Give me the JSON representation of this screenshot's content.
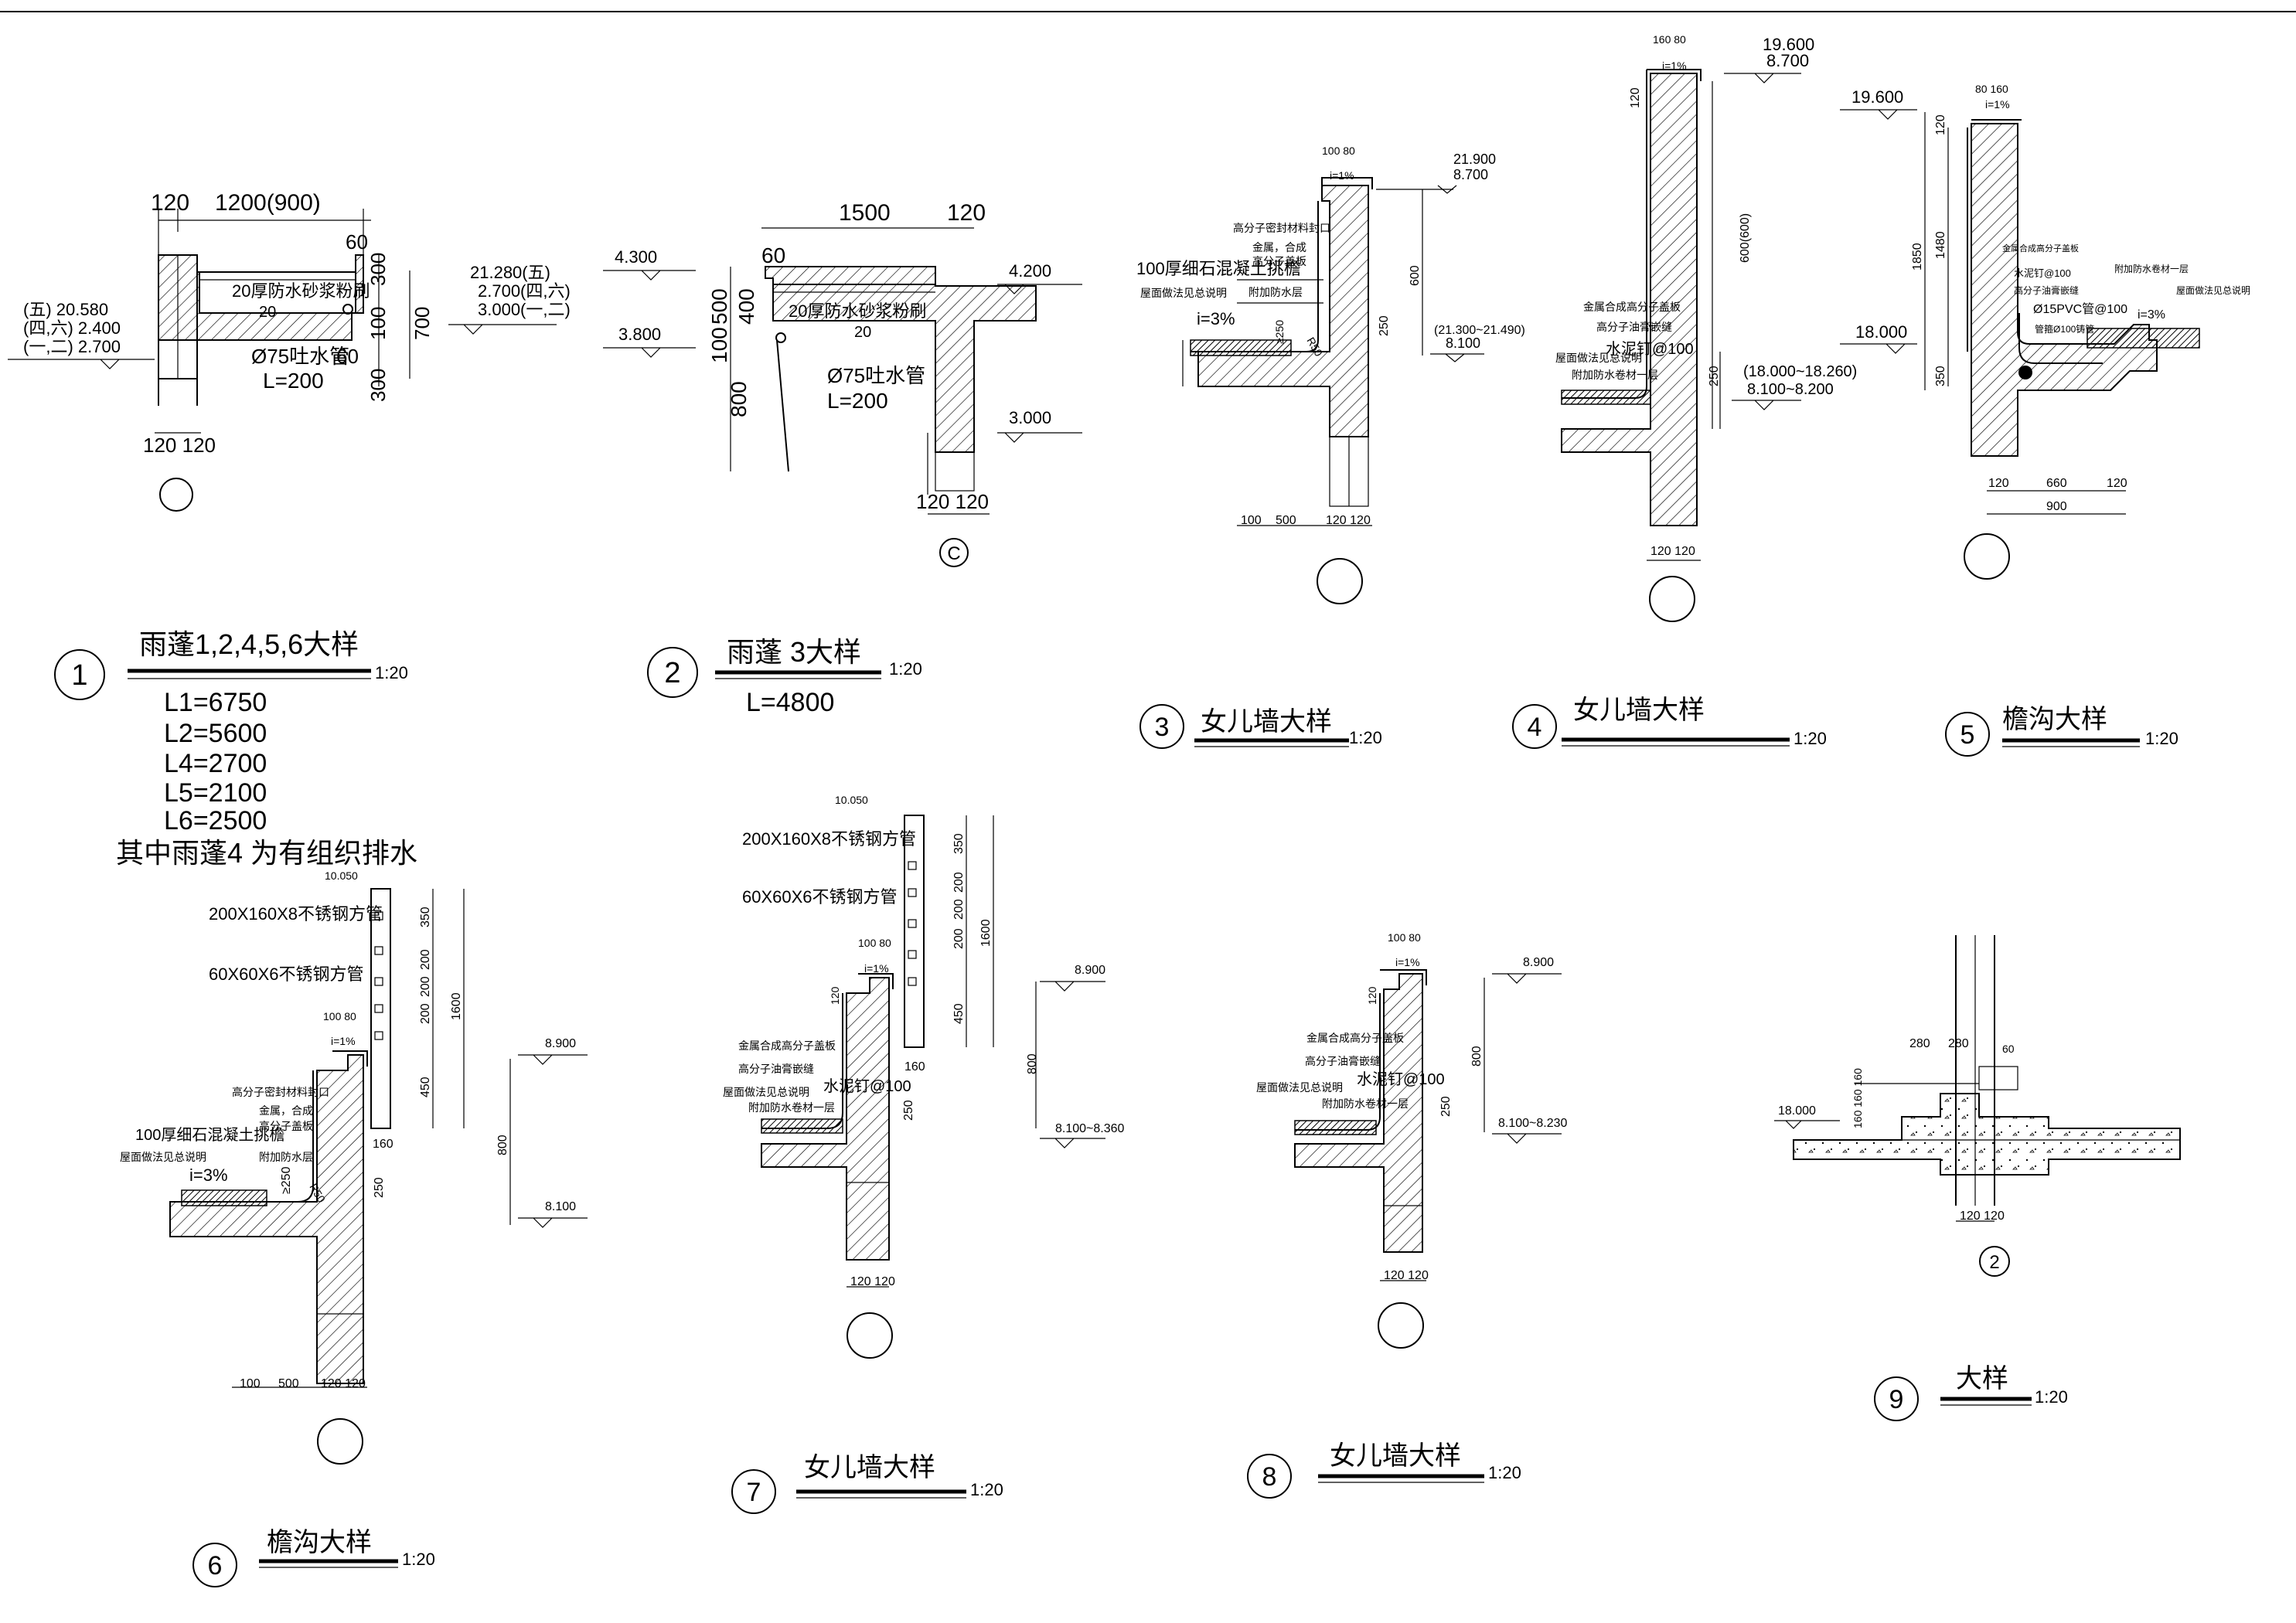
{
  "details": {
    "d1": {
      "number": "1",
      "title": "雨蓬1,2,4,5,6大样",
      "scale": "1:20",
      "lengths": [
        "L1=6750",
        "L2=5600",
        "L4=2700",
        "L5=2100",
        "L6=2500"
      ],
      "note": "其中雨蓬4 为有组织排水",
      "dims": {
        "d120": "120",
        "span": "1200(900)",
        "d60a": "60",
        "d60b": "60",
        "d300a": "300",
        "d100": "100",
        "d300b": "300",
        "d700": "700",
        "bot": "120 120"
      },
      "layer": "20厚防水砂浆粉刷",
      "layer2": "20",
      "pipe": "Ø75吐水管",
      "pipe_l": "L=200",
      "levels_left": [
        "(五) 20.580",
        "(四,六) 2.400",
        "(一,二) 2.700"
      ],
      "levels_right": [
        "21.280(五)",
        "2.700(四,六)",
        "3.000(一,二)"
      ]
    },
    "d2": {
      "number": "2",
      "title": "雨蓬 3大样",
      "scale": "1:20",
      "length": "L=4800",
      "axis": "C",
      "dims": {
        "d1500": "1500",
        "d120": "120",
        "d60": "60",
        "d500": "500",
        "d100": "100",
        "d400": "400",
        "d800": "800",
        "bot": "120 120"
      },
      "layer": "20厚防水砂浆粉刷",
      "layer2": "20",
      "pipe": "Ø75吐水管",
      "pipe_l": "L=200",
      "levels": [
        "4.300",
        "3.800",
        "4.200",
        "3.000"
      ]
    },
    "d3": {
      "number": "3",
      "title": "女儿墙大样",
      "scale": "1:20",
      "dims": {
        "top": "100 80",
        "slope": "i=1%",
        "h600": "600",
        "h250": "250",
        "b100": "100",
        "b500": "500",
        "b120": "120 120",
        "r250": "≥250",
        "r50": "R50",
        "i3": "i=3%"
      },
      "notes": [
        "高分子密封材料封口",
        "金属，合成",
        "高分子盖板",
        "100厚细石混凝土挑檐",
        "屋面做法见总说明",
        "附加防水层"
      ],
      "levels": [
        "21.900",
        "8.700",
        "(21.300~21.490)",
        "8.100"
      ]
    },
    "d4": {
      "number": "4",
      "title": "女儿墙大样",
      "scale": "1:20",
      "dims": {
        "top": "160 80",
        "slope": "i=1%",
        "h120": "120",
        "h600": "600(600)",
        "h250": "250",
        "bot": "120 120"
      },
      "notes": [
        "金属合成高分子盖板",
        "高分子油膏嵌缝",
        "水泥钉@100",
        "屋面做法见总说明",
        "附加防水卷材一层"
      ],
      "levels": [
        "19.600",
        "8.700",
        "(18.000~18.260)",
        "8.100~8.200"
      ]
    },
    "d5": {
      "number": "5",
      "title": "檐沟大样",
      "scale": "1:20",
      "dims": {
        "top": "80 160",
        "slope": "i=1%",
        "h120": "120",
        "h1480": "1480",
        "h1850": "1850",
        "h350": "350",
        "b120a": "120",
        "b660": "660",
        "b120b": "120",
        "b900": "900"
      },
      "notes": [
        "金属合成高分子盖板",
        "水泥钉@100",
        "高分子油膏嵌缝",
        "Ø15PVC管@100",
        "管箍Ø100铸管",
        "附加防水卷材一层",
        "屋面做法见总说明",
        "i=3%"
      ],
      "levels": [
        "19.600",
        "18.000"
      ]
    },
    "d6": {
      "number": "6",
      "title": "檐沟大样",
      "scale": "1:20",
      "dims": {
        "top": "100 80",
        "slope": "i=1%",
        "h350": "350",
        "h200a": "200",
        "h200b": "200",
        "h200c": "200",
        "h450": "450",
        "h1600": "1600",
        "h160": "160",
        "h800": "800",
        "h250": "250",
        "b100": "100",
        "b500": "500",
        "b120": "120 120",
        "r250": "≥250",
        "r50": "R50",
        "i3": "i=3%"
      },
      "steel1": "200X160X8不锈钢方管",
      "steel2": "60X60X6不锈钢方管",
      "notes": [
        "高分子密封材料封口",
        "金属，合成",
        "高分子盖板",
        "100厚细石混凝土挑檐",
        "屋面做法见总说明",
        "附加防水层"
      ],
      "levels": [
        "10.050",
        "8.900",
        "8.100"
      ]
    },
    "d7": {
      "number": "7",
      "title": "女儿墙大样",
      "scale": "1:20",
      "dims": {
        "top": "100 80",
        "slope": "i=1%",
        "h350": "350",
        "h200a": "200",
        "h200b": "200",
        "h200c": "200",
        "h450": "450",
        "h1600": "1600",
        "h120": "120",
        "h160": "160",
        "h800": "800",
        "h250": "250",
        "bot": "120 120"
      },
      "steel1": "200X160X8不锈钢方管",
      "steel2": "60X60X6不锈钢方管",
      "notes": [
        "金属合成高分子盖板",
        "高分子油膏嵌缝",
        "水泥钉@100",
        "屋面做法见总说明",
        "附加防水卷材一层"
      ],
      "levels": [
        "10.050",
        "8.900",
        "8.100~8.360"
      ]
    },
    "d8": {
      "number": "8",
      "title": "女儿墙大样",
      "scale": "1:20",
      "dims": {
        "top": "100 80",
        "slope": "i=1%",
        "h120": "120",
        "h800": "800",
        "h250": "250",
        "bot": "120 120"
      },
      "notes": [
        "金属合成高分子盖板",
        "高分子油膏嵌缝",
        "水泥钉@100",
        "屋面做法见总说明",
        "附加防水卷材一层"
      ],
      "levels": [
        "8.900",
        "8.100~8.230"
      ]
    },
    "d9": {
      "number": "9",
      "title": "大样",
      "scale": "1:20",
      "axis": "2",
      "dims": {
        "d280a": "280",
        "d280b": "280",
        "d60": "60",
        "h160s": "160 160 160",
        "bot": "120 120"
      },
      "levels": [
        "18.000"
      ]
    }
  }
}
